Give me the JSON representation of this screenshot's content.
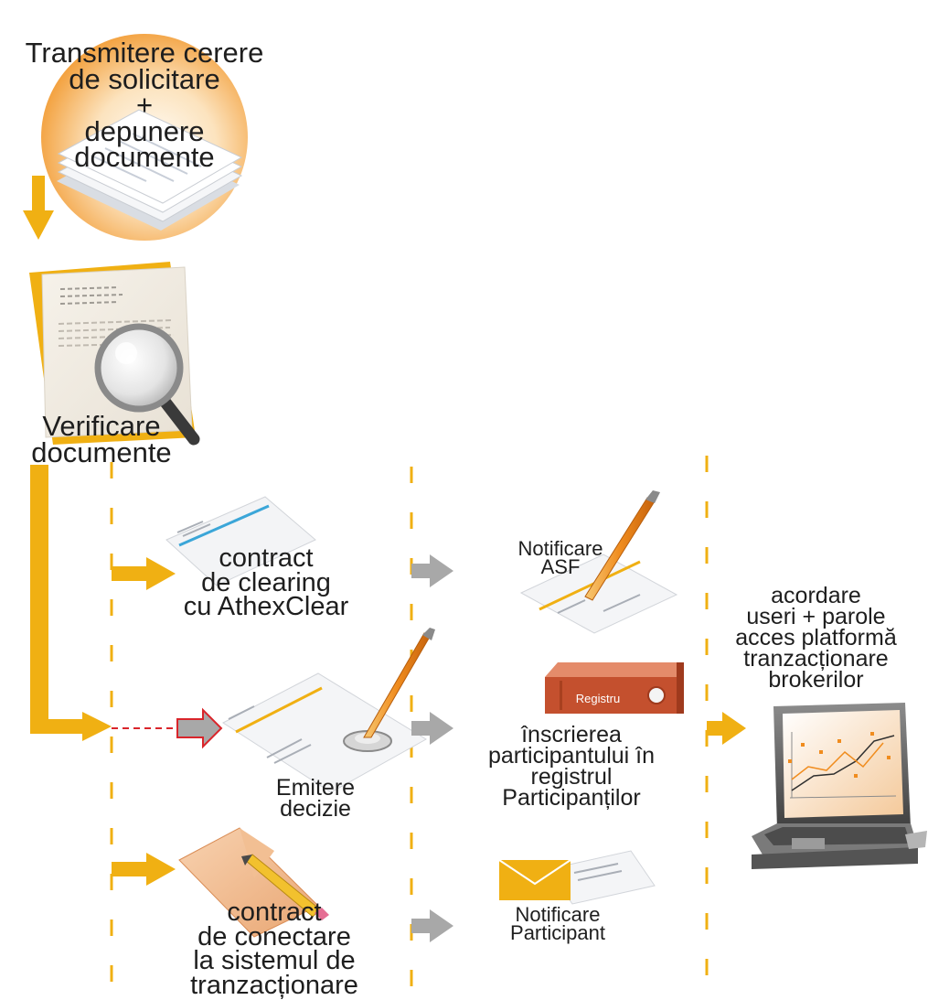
{
  "diagram": {
    "steps": {
      "submit": {
        "lines": [
          "Transmitere cerere",
          "de solicitare",
          "+",
          "depunere",
          "documente"
        ]
      },
      "verify": {
        "lines": [
          "Verificare",
          "documente"
        ]
      },
      "clearing_contract": {
        "lines": [
          "contract",
          "de clearing",
          "cu AthexClear"
        ]
      },
      "notify_asf": {
        "lines": [
          "Notificare",
          "ASF"
        ]
      },
      "decision": {
        "lines": [
          "Emitere",
          "decizie"
        ]
      },
      "registry_entry": {
        "lines": [
          "înscrierea",
          "participantului în",
          "registrul",
          "Participanților"
        ]
      },
      "connection_contract": {
        "lines": [
          "contract",
          "de conectare",
          "la sistemul de",
          "tranzacționare"
        ]
      },
      "notify_participant": {
        "lines": [
          "Notificare",
          "Participant"
        ]
      },
      "grant_access": {
        "lines": [
          "acordare",
          "useri + parole",
          "acces platformă",
          "tranzacționare",
          "brokerilor"
        ]
      }
    },
    "icons": {
      "registry_book_label": "Registru"
    },
    "colors": {
      "accent": "#F0B013",
      "arrow_gray": "#A8A8A8",
      "dashed_red": "#D9252B",
      "book_red": "#C4502E",
      "text": "#1E1E1E"
    }
  }
}
